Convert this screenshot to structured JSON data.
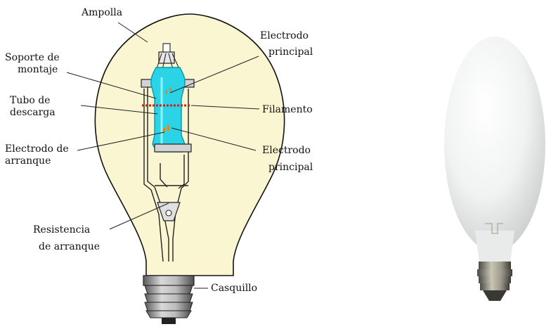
{
  "diagram": {
    "labels": {
      "ampolla": "Ampolla",
      "soporte_1": "Soporte de",
      "soporte_2": "montaje",
      "tubo_1": "Tubo de",
      "tubo_2": "descarga",
      "electrodo_arr_1": "Electrodo de",
      "electrodo_arr_2": "arranque",
      "resistencia_1": "Resistencia",
      "resistencia_2": "de arranque",
      "electrodo_top_1": "Electrodo",
      "electrodo_top_2": "principal",
      "filamento": "Filamento",
      "electrodo_bot_1": "Electrodo",
      "electrodo_bot_2": "principal",
      "casquillo": "Casquillo"
    },
    "colors": {
      "bulb_fill": "#fbf6d2",
      "outline": "#111111",
      "tube": "#2ad4e6",
      "tube_dark": "#0a97ad",
      "filament": "#cc1f1f",
      "electrode": "#e08a1e",
      "base_metal": "#9a9a9a"
    }
  }
}
